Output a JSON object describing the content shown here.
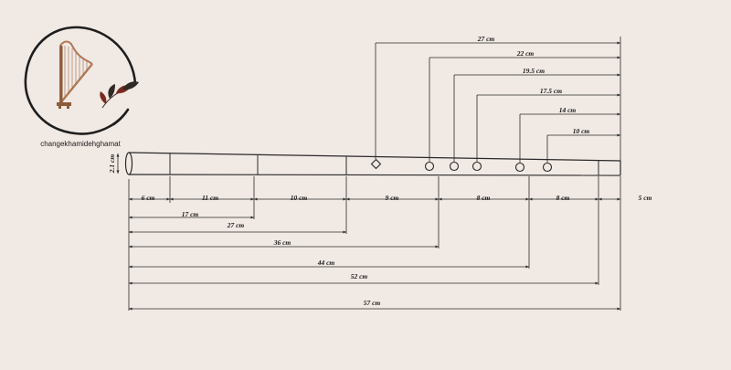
{
  "logo": {
    "brand_text": "changekhamidehghamat",
    "icon": "harp-icon",
    "accent_color": "#7a2a1f"
  },
  "diagram": {
    "line_color": "#2a2a2a",
    "diameter_label": "2.1 cm",
    "top_dimensions": [
      {
        "label": "27 cm"
      },
      {
        "label": "22 cm"
      },
      {
        "label": "19.5 cm"
      },
      {
        "label": "17.5 cm"
      },
      {
        "label": "14 cm"
      },
      {
        "label": "10 cm"
      }
    ],
    "segment_dimensions": [
      {
        "label": "6 cm"
      },
      {
        "label": "11 cm"
      },
      {
        "label": "10 cm"
      },
      {
        "label": "9 cm"
      },
      {
        "label": "8 cm"
      },
      {
        "label": "8 cm"
      },
      {
        "label": "5 cm"
      }
    ],
    "cumulative_dimensions": [
      {
        "label": "17 cm"
      },
      {
        "label": "27 cm"
      },
      {
        "label": "36 cm"
      },
      {
        "label": "44 cm"
      },
      {
        "label": "52 cm"
      },
      {
        "label": "57 cm"
      }
    ]
  }
}
